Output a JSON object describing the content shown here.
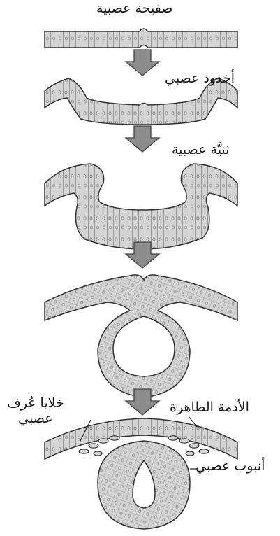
{
  "labels": {
    "neural_plate": "صفيحة عصبية",
    "neural_groove": "أخدود عصبي",
    "neural_fold": "ثنيَّة عصبية",
    "neural_crest_line1": "خلايا عُرف",
    "neural_crest_line2": "عصبي",
    "surface_ectoderm": "الأدمة الظاهرة",
    "neural_tube": "أنبوب عصبي"
  },
  "colors": {
    "tissue_fill": "#d4d4d4",
    "tissue_stroke": "#333333",
    "cell_lines": "#7a7a7a",
    "arrow_fill": "#8c8c8c",
    "background": "#ffffff"
  },
  "icons": [
    "down-arrow-icon"
  ]
}
